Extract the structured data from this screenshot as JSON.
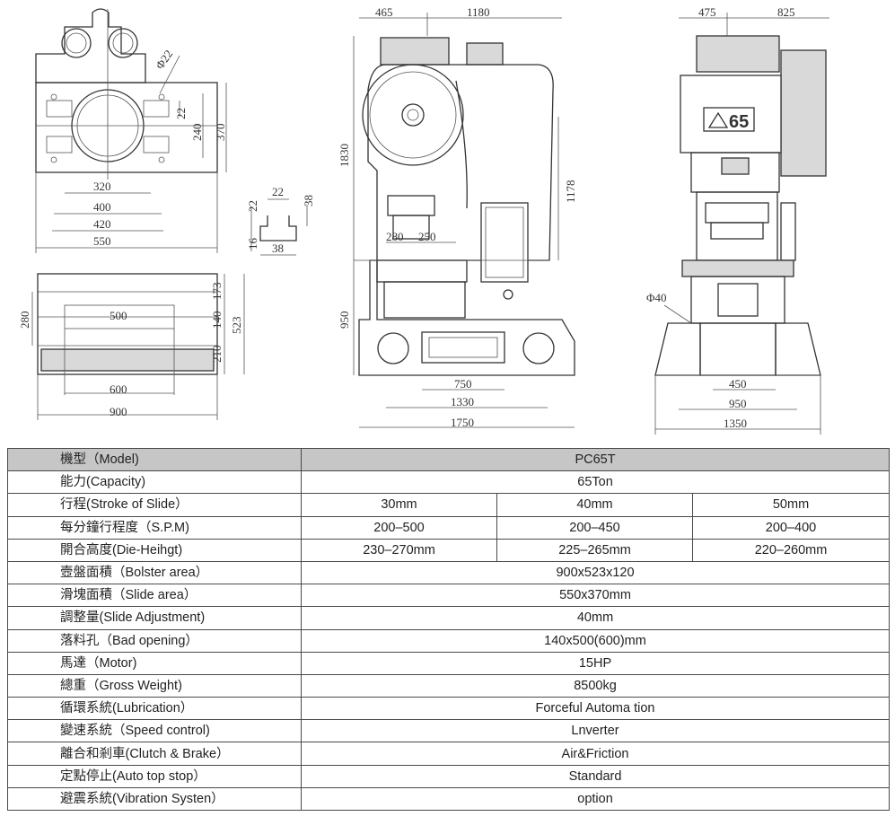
{
  "drawing": {
    "top_view": {
      "dims": [
        "320",
        "400",
        "420",
        "550",
        "240",
        "370",
        "22",
        "Φ22"
      ]
    },
    "tslot": {
      "dims": [
        "22",
        "22",
        "38",
        "16",
        "38"
      ]
    },
    "bolster": {
      "dims": [
        "500",
        "600",
        "900",
        "280",
        "173",
        "140",
        "210",
        "523"
      ]
    },
    "side_view": {
      "dims": [
        "465",
        "1180",
        "1830",
        "1178",
        "280",
        "250",
        "950",
        "750",
        "1330",
        "1750"
      ]
    },
    "front_view": {
      "dims": [
        "475",
        "825",
        "Φ40",
        "450",
        "950",
        "1350"
      ],
      "badge": "65"
    }
  },
  "table": {
    "rows": [
      {
        "label": "機型（Model)",
        "values": [
          "PC65T"
        ]
      },
      {
        "label": "能力(Capacity)",
        "values": [
          "65Ton"
        ]
      },
      {
        "label": "行程(Stroke of Slide）",
        "values": [
          "30mm",
          "40mm",
          "50mm"
        ]
      },
      {
        "label": "每分鐘行程度（S.P.M)",
        "values": [
          "200–500",
          "200–450",
          "200–400"
        ]
      },
      {
        "label": "開合高度(Die-Heihgt)",
        "values": [
          "230–270mm",
          "225–265mm",
          "220–260mm"
        ]
      },
      {
        "label": "壼盤面積（Bolster area）",
        "values": [
          "900x523x120"
        ]
      },
      {
        "label": "滑塊面積（Slide area）",
        "values": [
          "550x370mm"
        ]
      },
      {
        "label": "調整量(Slide Adjustment)",
        "values": [
          "40mm"
        ]
      },
      {
        "label": "落料孔（Bad opening）",
        "values": [
          "140x500(600)mm"
        ]
      },
      {
        "label": "馬達（Motor)",
        "values": [
          "15HP"
        ]
      },
      {
        "label": "總重（Gross Weight)",
        "values": [
          "8500kg"
        ]
      },
      {
        "label": "循環系統(Lubrication）",
        "values": [
          "Forceful Automa tion"
        ]
      },
      {
        "label": "變速系統（Speed control)",
        "values": [
          "Lnverter"
        ]
      },
      {
        "label": "離合和剎車(Clutch & Brake）",
        "values": [
          "Air&Friction"
        ]
      },
      {
        "label": "定點停止(Auto top stop）",
        "values": [
          "Standard"
        ]
      },
      {
        "label": "避震系統(Vibration Systen）",
        "values": [
          "option"
        ]
      }
    ]
  }
}
